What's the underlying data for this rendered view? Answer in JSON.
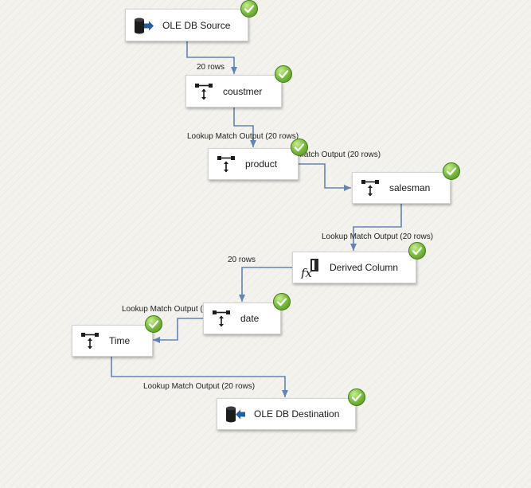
{
  "nodes": {
    "ole_db_source": {
      "label": "OLE DB Source",
      "icon": "ole-db-source-icon"
    },
    "coustmer": {
      "label": "coustmer",
      "icon": "lookup-icon"
    },
    "product": {
      "label": "product",
      "icon": "lookup-icon"
    },
    "salesman": {
      "label": "salesman",
      "icon": "lookup-icon"
    },
    "derived_column": {
      "label": "Derived Column",
      "icon": "derived-column-fx-icon"
    },
    "date": {
      "label": "date",
      "icon": "lookup-icon"
    },
    "time": {
      "label": "Time",
      "icon": "lookup-icon"
    },
    "ole_db_destination": {
      "label": "OLE DB Destination",
      "icon": "ole-db-destination-icon"
    }
  },
  "paths": {
    "source_to_coustmer": "20 rows",
    "coustmer_to_product": "Lookup Match Output (20 rows)",
    "product_to_salesman": "Lookup Match Output (20 rows)",
    "salesman_to_derived": "Lookup Match Output (20 rows)",
    "derived_to_date": "20 rows",
    "date_to_time": "Lookup Match Output (20 rows)",
    "time_to_destination": "Lookup Match Output (20 rows)"
  },
  "colors": {
    "arrow": "#6382b8",
    "success": "#6fb536",
    "db_icon": "#1c1c1c",
    "db_arrow": "#1f5fa8"
  },
  "status_icon": "success-check-icon"
}
